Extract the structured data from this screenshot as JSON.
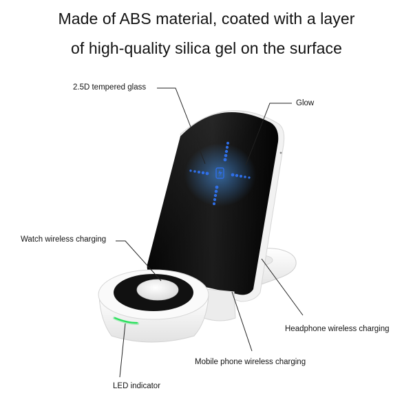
{
  "heading": {
    "line1": "Made of ABS material, coated with a layer",
    "line2": "of high-quality silica gel on the surface"
  },
  "callouts": {
    "glass": "2.5D tempered glass",
    "glow": "Glow",
    "watch": "Watch wireless charging",
    "headphone": "Headphone wireless charging",
    "phone": "Mobile phone wireless charging",
    "led": "LED indicator"
  },
  "colors": {
    "glow_blue": "#2f6fe8",
    "led_green": "#27e05a",
    "panel_black": "#050505",
    "body_white": "#f4f4f4"
  }
}
